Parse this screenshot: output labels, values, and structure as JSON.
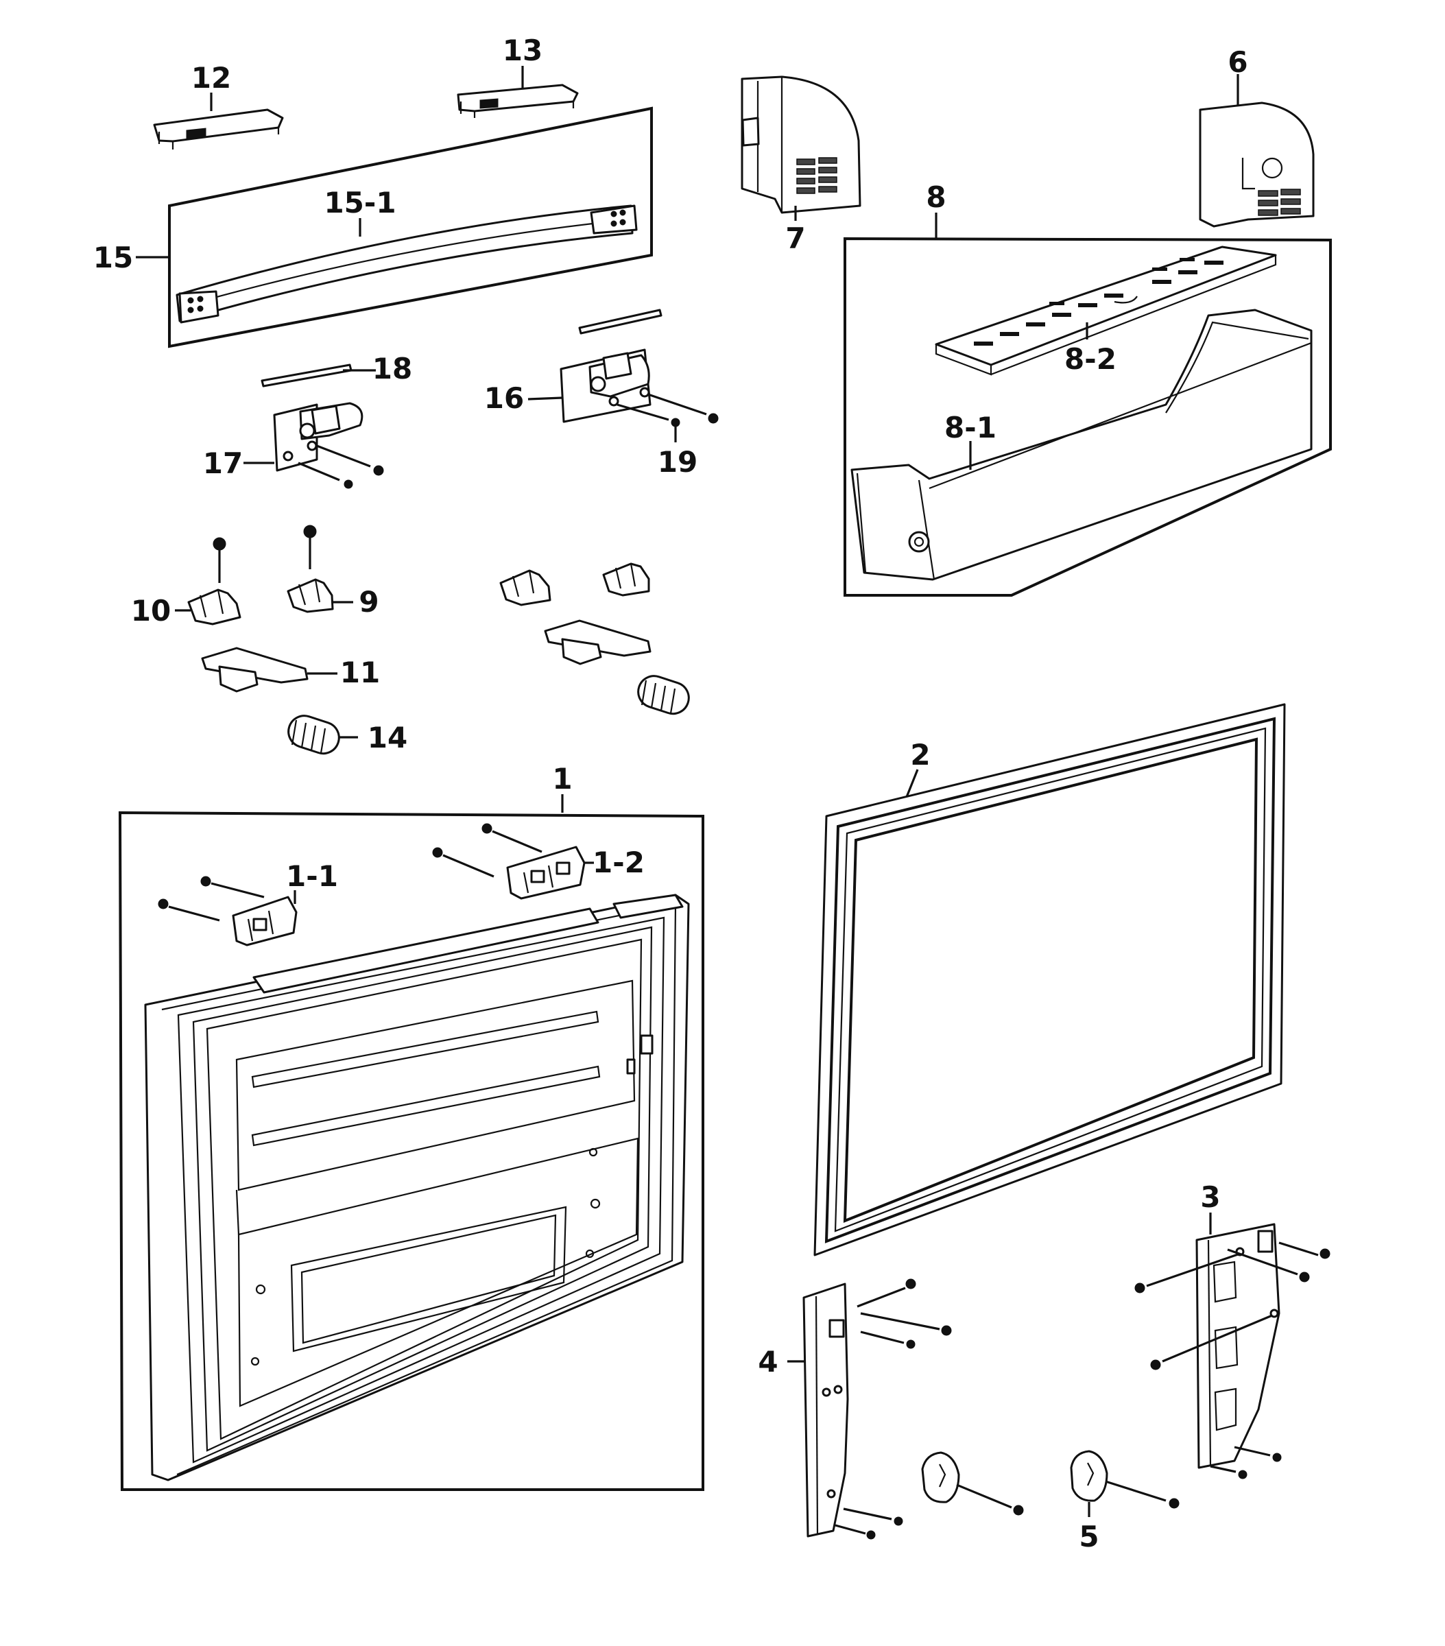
{
  "colors": {
    "line": "#111111",
    "background": "#ffffff"
  },
  "labels": {
    "p1": "1",
    "p1_1": "1-1",
    "p1_2": "1-2",
    "p2": "2",
    "p3": "3",
    "p4": "4",
    "p5": "5",
    "p6": "6",
    "p7": "7",
    "p8": "8",
    "p8_1": "8-1",
    "p8_2": "8-2",
    "p9": "9",
    "p10": "10",
    "p11": "11",
    "p12": "12",
    "p13": "13",
    "p14": "14",
    "p15": "15",
    "p15_1": "15-1",
    "p16": "16",
    "p17": "17",
    "p18": "18",
    "p19": "19"
  },
  "icons": {
    "door": "door-icon",
    "gasket": "gasket-icon",
    "bin": "door-bin-icon",
    "cap": "hinge-cover-icon",
    "hinge": "hinge-icon",
    "screw": "screw-icon",
    "spring": "spring-icon",
    "bracket": "bracket-icon",
    "roller": "roller-icon",
    "handle": "handle-icon",
    "pin": "pin-icon"
  }
}
